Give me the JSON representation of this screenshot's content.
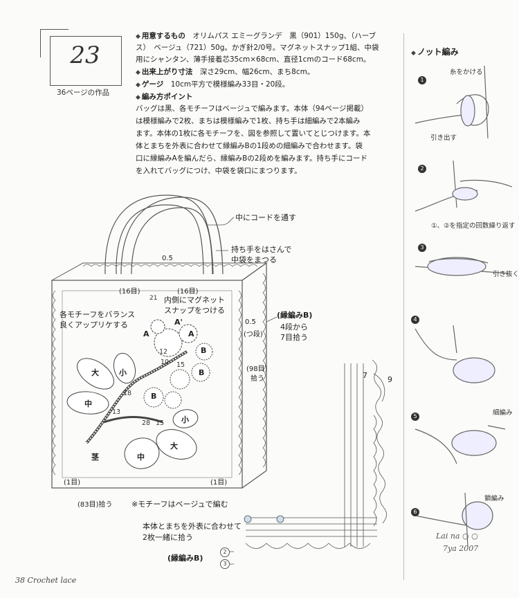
{
  "header": {
    "pattern_number": "23",
    "page_reference": "36ページの作品"
  },
  "specs": {
    "materials_label": "用意するもの",
    "materials_line1": "オリムパス エミーグランデ　黒（901）150g、（ハーブ",
    "materials_line2": "ス）　ベージュ（721）50g。かぎ針2/0号。マグネットスナップ1組、中袋",
    "materials_line3": "用にシャンタン、薄手接着芯35cm×68cm、直径1cmのコード68cm。",
    "size_label": "出来上がり寸法",
    "size_value": "深さ29cm、幅26cm、まち8cm。",
    "gauge_label": "ゲージ",
    "gauge_value": "10cm平方で模様編み33目・20段。",
    "points_label": "編み方ポイント",
    "points_lines": [
      "バッグは黒、各モチーフはベージュで編みます。本体（94ページ掲載）",
      "は模様編みで2枚、まちは模様編みで1枚、持ち手は細編みで2本編み",
      "ます。本体の1枚に各モチーフを、図を参照して置いてとじつけます。本",
      "体とまちを外表に合わせて縁編みBの1段めの細編みで合わせます。袋",
      "口に縁編みAを編んだら、縁編みBの2段めを編みます。持ち手にコード",
      "を入れてバッグにつけ、中袋を袋口にまつります。"
    ]
  },
  "diagram": {
    "cord_label": "中にコードを通す",
    "handle_label_1": "持ち手をはさんで",
    "handle_label_2": "中袋をまつる",
    "top_edge": "0.5",
    "stitch_16_left": "(16目)",
    "stitch_16_right": "(16目)",
    "magnet_1": "内側にマグネット",
    "magnet_2": "スナップをつける",
    "motif_balance_1": "各モチーフをバランス",
    "motif_balance_2": "良くアップリケする",
    "edging_b": "(縁編みB)",
    "pick_4_1": "4段から",
    "pick_4_2": "7目拾う",
    "side_05": "0.5",
    "side_rows": "(つ段)",
    "side_98": "(98目)",
    "side_98_pick": "拾う",
    "motif_labels": [
      "A",
      "A'",
      "A",
      "B",
      "B",
      "B",
      "大",
      "小",
      "中",
      "大",
      "中",
      "小",
      "茎"
    ],
    "motif_numbers": [
      "12",
      "10",
      "15",
      "18",
      "13",
      "28",
      "15",
      "21"
    ],
    "bottom_left": "(1目)",
    "bottom_right": "(1目)",
    "bottom_83": "(83目)拾う",
    "motif_color_note": "※モチーフはベージュで編む",
    "join_note_1": "本体とまちを外表に合わせて",
    "join_note_2": "2枚一緒に拾う",
    "edging_b_bottom": "(縁編みB)",
    "row_2": "2",
    "row_3": "3",
    "chart_7": "7",
    "chart_9": "9"
  },
  "knot_stitch": {
    "title": "ノット編み",
    "steps": [
      {
        "num": "1",
        "labels": [
          "糸をかける",
          "引き出す"
        ]
      },
      {
        "num": "2",
        "labels": [
          "①、②を指定の回数繰り返す"
        ]
      },
      {
        "num": "3",
        "labels": [
          "引き抜く"
        ]
      },
      {
        "num": "4",
        "labels": []
      },
      {
        "num": "5",
        "labels": [
          "細編み"
        ]
      },
      {
        "num": "6",
        "labels": [
          "鎖編み"
        ]
      }
    ],
    "signature_1": "Lai na ○ ○",
    "signature_2": "7ya 2007"
  },
  "footer": {
    "page": "38",
    "magazine": "Crochet lace"
  }
}
